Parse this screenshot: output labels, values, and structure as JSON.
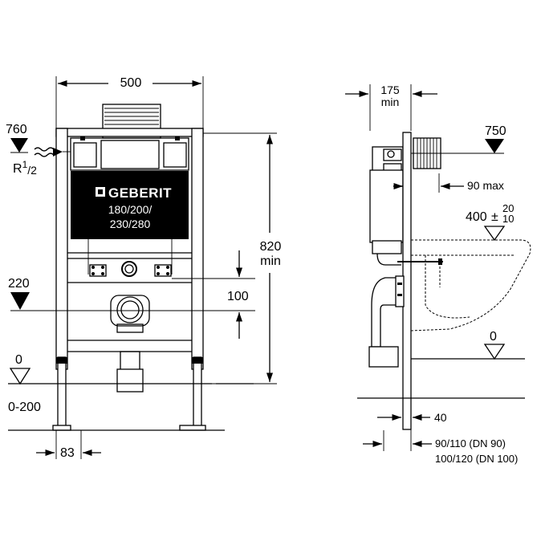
{
  "front_view": {
    "width_label": "500",
    "inlet_height": "760",
    "inlet_fitting": "R",
    "inlet_fitting_sup": "1",
    "inlet_fitting_sub": "/2",
    "brand": "GEBERIT",
    "cistern_sizes_1": "180/200/",
    "cistern_sizes_2": "230/280",
    "height_label": "820",
    "height_min": "min",
    "outlet_height": "220",
    "rod_spacing": "100",
    "floor_level": "0",
    "leg_adjust": "0-200",
    "foot_width": "83"
  },
  "side_view": {
    "depth_label": "175",
    "depth_min": "min",
    "cistern_top": "750",
    "max_depth": "90 max",
    "bowl_height": "400",
    "tol_plus": "20",
    "tol_minus": "10",
    "tol_sign": "±",
    "floor_level": "0",
    "frame_depth": "40",
    "pipe_1": "90/110 (DN 90)",
    "pipe_2": "100/120 (DN 100)"
  }
}
